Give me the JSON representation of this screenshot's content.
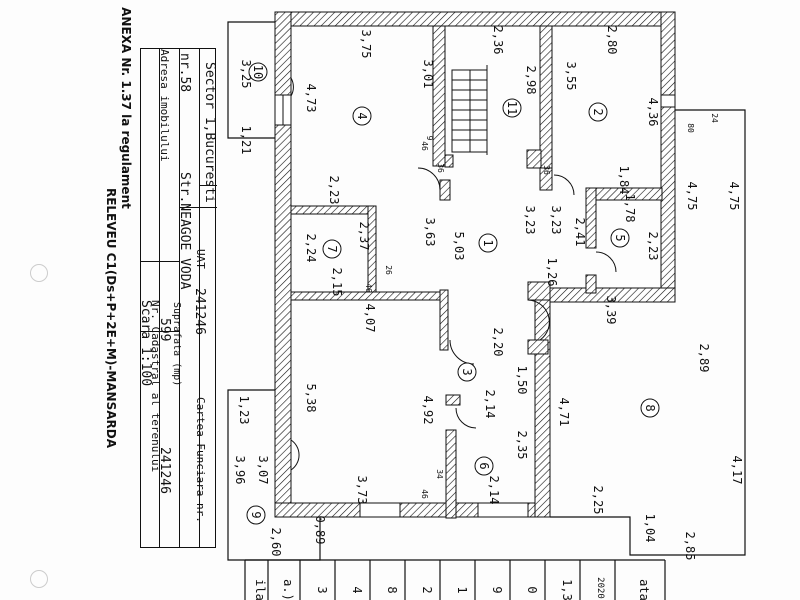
{
  "header": {
    "title": "RELEVEU C1(Ds+P+2E+M)-MANSARDA",
    "annex": "ANEXA Nr. 1.37 la regulament",
    "scale": "Scara 1:100"
  },
  "info_table": {
    "cadastral_label": "Nr. Cadastral al terenului",
    "surface_label": "Suprafata (mp)",
    "address_label": "Adresa imobilului",
    "cadastral_value": "241246",
    "surface_value": "599",
    "street": "Str.NEAGOE VODA",
    "street_nr": "nr.58",
    "land_book_label": "Cartea Funciara nr.",
    "land_book_value": "241246",
    "uat_label": "UAT",
    "uat_value": "Sector 1,Bucuresti"
  },
  "rooms": [
    "1",
    "2",
    "3",
    "4",
    "5",
    "6",
    "7",
    "8",
    "9",
    "10",
    "11"
  ],
  "dimensions": [
    "3,75",
    "2,36",
    "2,80",
    "3,25",
    "1,21",
    "3,01",
    "4,73",
    "2,98",
    "3,55",
    "4,36",
    "80",
    "24",
    "46",
    "9",
    "36",
    "36",
    "2,23",
    "1,84",
    "4,75",
    "4,75",
    "1,78",
    "2,24",
    "2,37",
    "3,63",
    "5,03",
    "3,23",
    "3,23",
    "2,41",
    "2,23",
    "2,15",
    "26",
    "46",
    "1,26",
    "4,07",
    "3,39",
    "2,20",
    "2,89",
    "5,38",
    "4,92",
    "1,50",
    "1,23",
    "2,14",
    "4,71",
    "3,96",
    "3,07",
    "2,35",
    "4,17",
    "3,73",
    "46",
    "34",
    "2,14",
    "2,25",
    "0,89",
    "2,60",
    "1,04",
    "2,85"
  ],
  "bottom_table": [
    "ila",
    "a.)",
    "3",
    "4",
    "8",
    "2",
    "1",
    "9",
    "0",
    "1,3",
    "2020",
    "ata"
  ]
}
